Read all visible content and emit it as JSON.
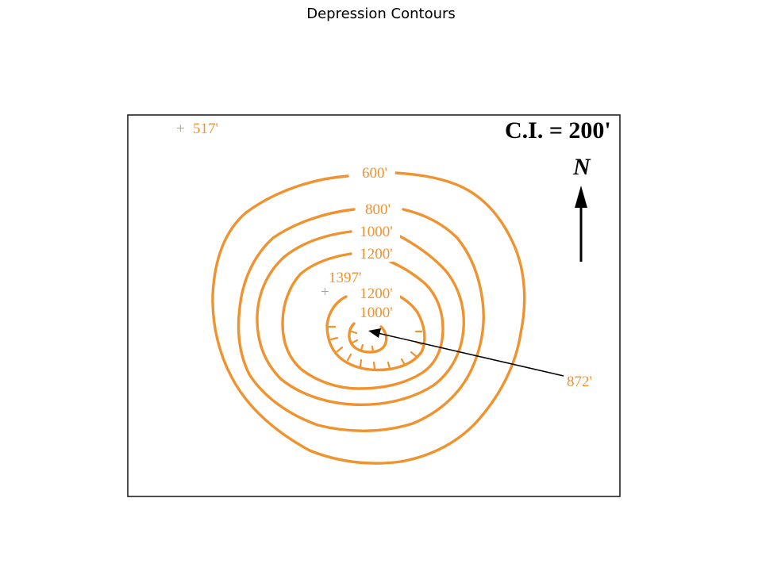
{
  "title": "Depression Contours",
  "colors": {
    "contour": "#f0922e",
    "frame": "#222222",
    "arrow": "#000000",
    "background": "#ffffff"
  },
  "map": {
    "contour_interval": "C.I. = 200'",
    "north_label": "N",
    "north_arrow_icon": "north-arrow-icon",
    "spot_elevations": [
      {
        "marker": "+",
        "label": "517'"
      },
      {
        "marker": "+",
        "label": "1397'"
      },
      {
        "marker": "",
        "label": "872'"
      }
    ],
    "contours": [
      {
        "label": "600'",
        "elevation": 600,
        "depression": false
      },
      {
        "label": "800'",
        "elevation": 800,
        "depression": false
      },
      {
        "label": "1000'",
        "elevation": 1000,
        "depression": false
      },
      {
        "label": "1200'",
        "elevation": 1200,
        "depression": false
      },
      {
        "label": "1200'",
        "elevation": 1200,
        "depression": true
      },
      {
        "label": "1000'",
        "elevation": 1000,
        "depression": true
      }
    ]
  }
}
